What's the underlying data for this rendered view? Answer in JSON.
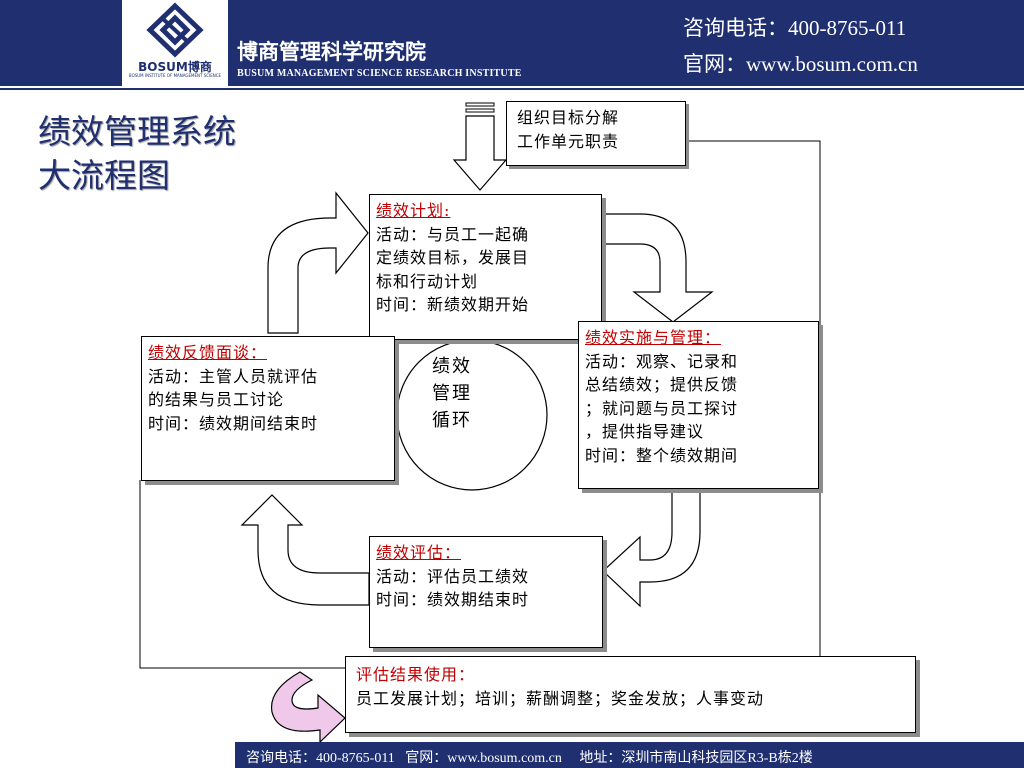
{
  "header": {
    "logo_text": "BOSUM博商",
    "logo_subtext": "BOSUM INSTITUTE OF MANAGEMENT SCIENCE",
    "institute_cn": "博商管理科学研究院",
    "institute_en": "BUSUM MANAGEMENT SCIENCE RESEARCH INSTITUTE",
    "phone": "咨询电话：400-8765-011",
    "website": "官网：www.bosum.com.cn"
  },
  "title": {
    "line1": "绩效管理系统",
    "line2": "大流程图"
  },
  "diagram": {
    "input": {
      "line1": "组织目标分解",
      "line2": "工作单元职责"
    },
    "plan": {
      "title": "绩效计划:",
      "line1": "活动：与员工一起确",
      "line2": "定绩效目标，发展目",
      "line3": "标和行动计划",
      "line4": "时间：新绩效期开始"
    },
    "implement": {
      "title": "绩效实施与管理：",
      "line1": "活动：观察、记录和",
      "line2": "总结绩效；提供反馈",
      "line3": "；就问题与员工探讨",
      "line4": "，提供指导建议",
      "line5": "时间：整个绩效期间"
    },
    "evaluate": {
      "title": "绩效评估：",
      "line1": "活动：评估员工绩效",
      "line2": "时间：绩效期结束时"
    },
    "feedback": {
      "title": "绩效反馈面谈：",
      "line1": "活动：主管人员就评估",
      "line2": "的结果与员工讨论",
      "line3": "时间：绩效期间结束时"
    },
    "cycle": {
      "line1": "绩效",
      "line2": "管理",
      "line3": "循环"
    },
    "result": {
      "title": "评估结果使用：",
      "line1": "员工发展计划；培训；薪酬调整；奖金发放；人事变动"
    }
  },
  "footer": {
    "text": "咨询电话：400-8765-011   官网：www.bosum.com.cn     地址：深圳市南山科技园区R3-B栋2楼"
  },
  "colors": {
    "brand_navy": "#1f2f70",
    "title_red": "#c00000",
    "loop_arrow_fill": "#f0c8ea",
    "shadow_gray": "#8c8c8c"
  }
}
